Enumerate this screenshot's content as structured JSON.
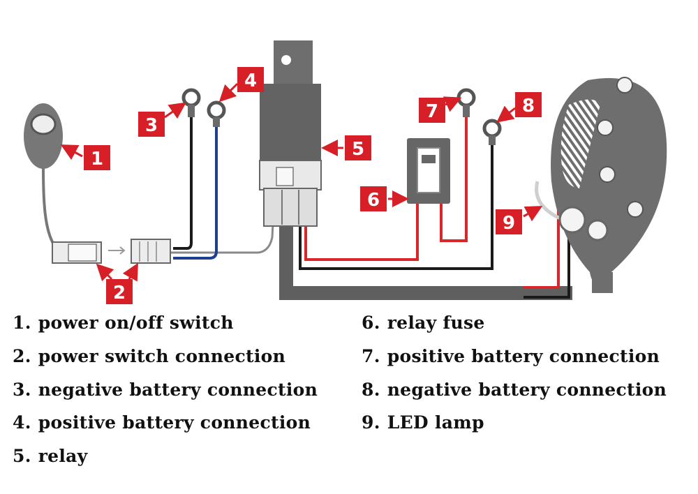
{
  "colors": {
    "device_gray": "#777777",
    "device_dark": "#5a5a5a",
    "wire_red": "#d8262a",
    "wire_black": "#1a1a1a",
    "wire_blue": "#1d3f8e",
    "callout_red": "#d61f26",
    "background": "#ffffff"
  },
  "callouts": [
    {
      "number": "1"
    },
    {
      "number": "2"
    },
    {
      "number": "3"
    },
    {
      "number": "4"
    },
    {
      "number": "5"
    },
    {
      "number": "6"
    },
    {
      "number": "7"
    },
    {
      "number": "8"
    },
    {
      "number": "9"
    }
  ],
  "legend": [
    {
      "number": "1.",
      "text": "power on/off switch"
    },
    {
      "number": "2.",
      "text": "power switch connection"
    },
    {
      "number": "3.",
      "text": "negative battery connection"
    },
    {
      "number": "4.",
      "text": "positive battery connection"
    },
    {
      "number": "5.",
      "text": "relay"
    },
    {
      "number": "6.",
      "text": "relay fuse"
    },
    {
      "number": "7.",
      "text": "positive battery connection"
    },
    {
      "number": "8.",
      "text": "negative battery connection"
    },
    {
      "number": "9.",
      "text": "LED lamp"
    }
  ],
  "icons": [
    "power-switch-icon",
    "connector-plug-icon",
    "ring-terminal-icon",
    "relay-icon",
    "fuse-holder-icon",
    "led-lamp-icon",
    "arrow-icon"
  ]
}
